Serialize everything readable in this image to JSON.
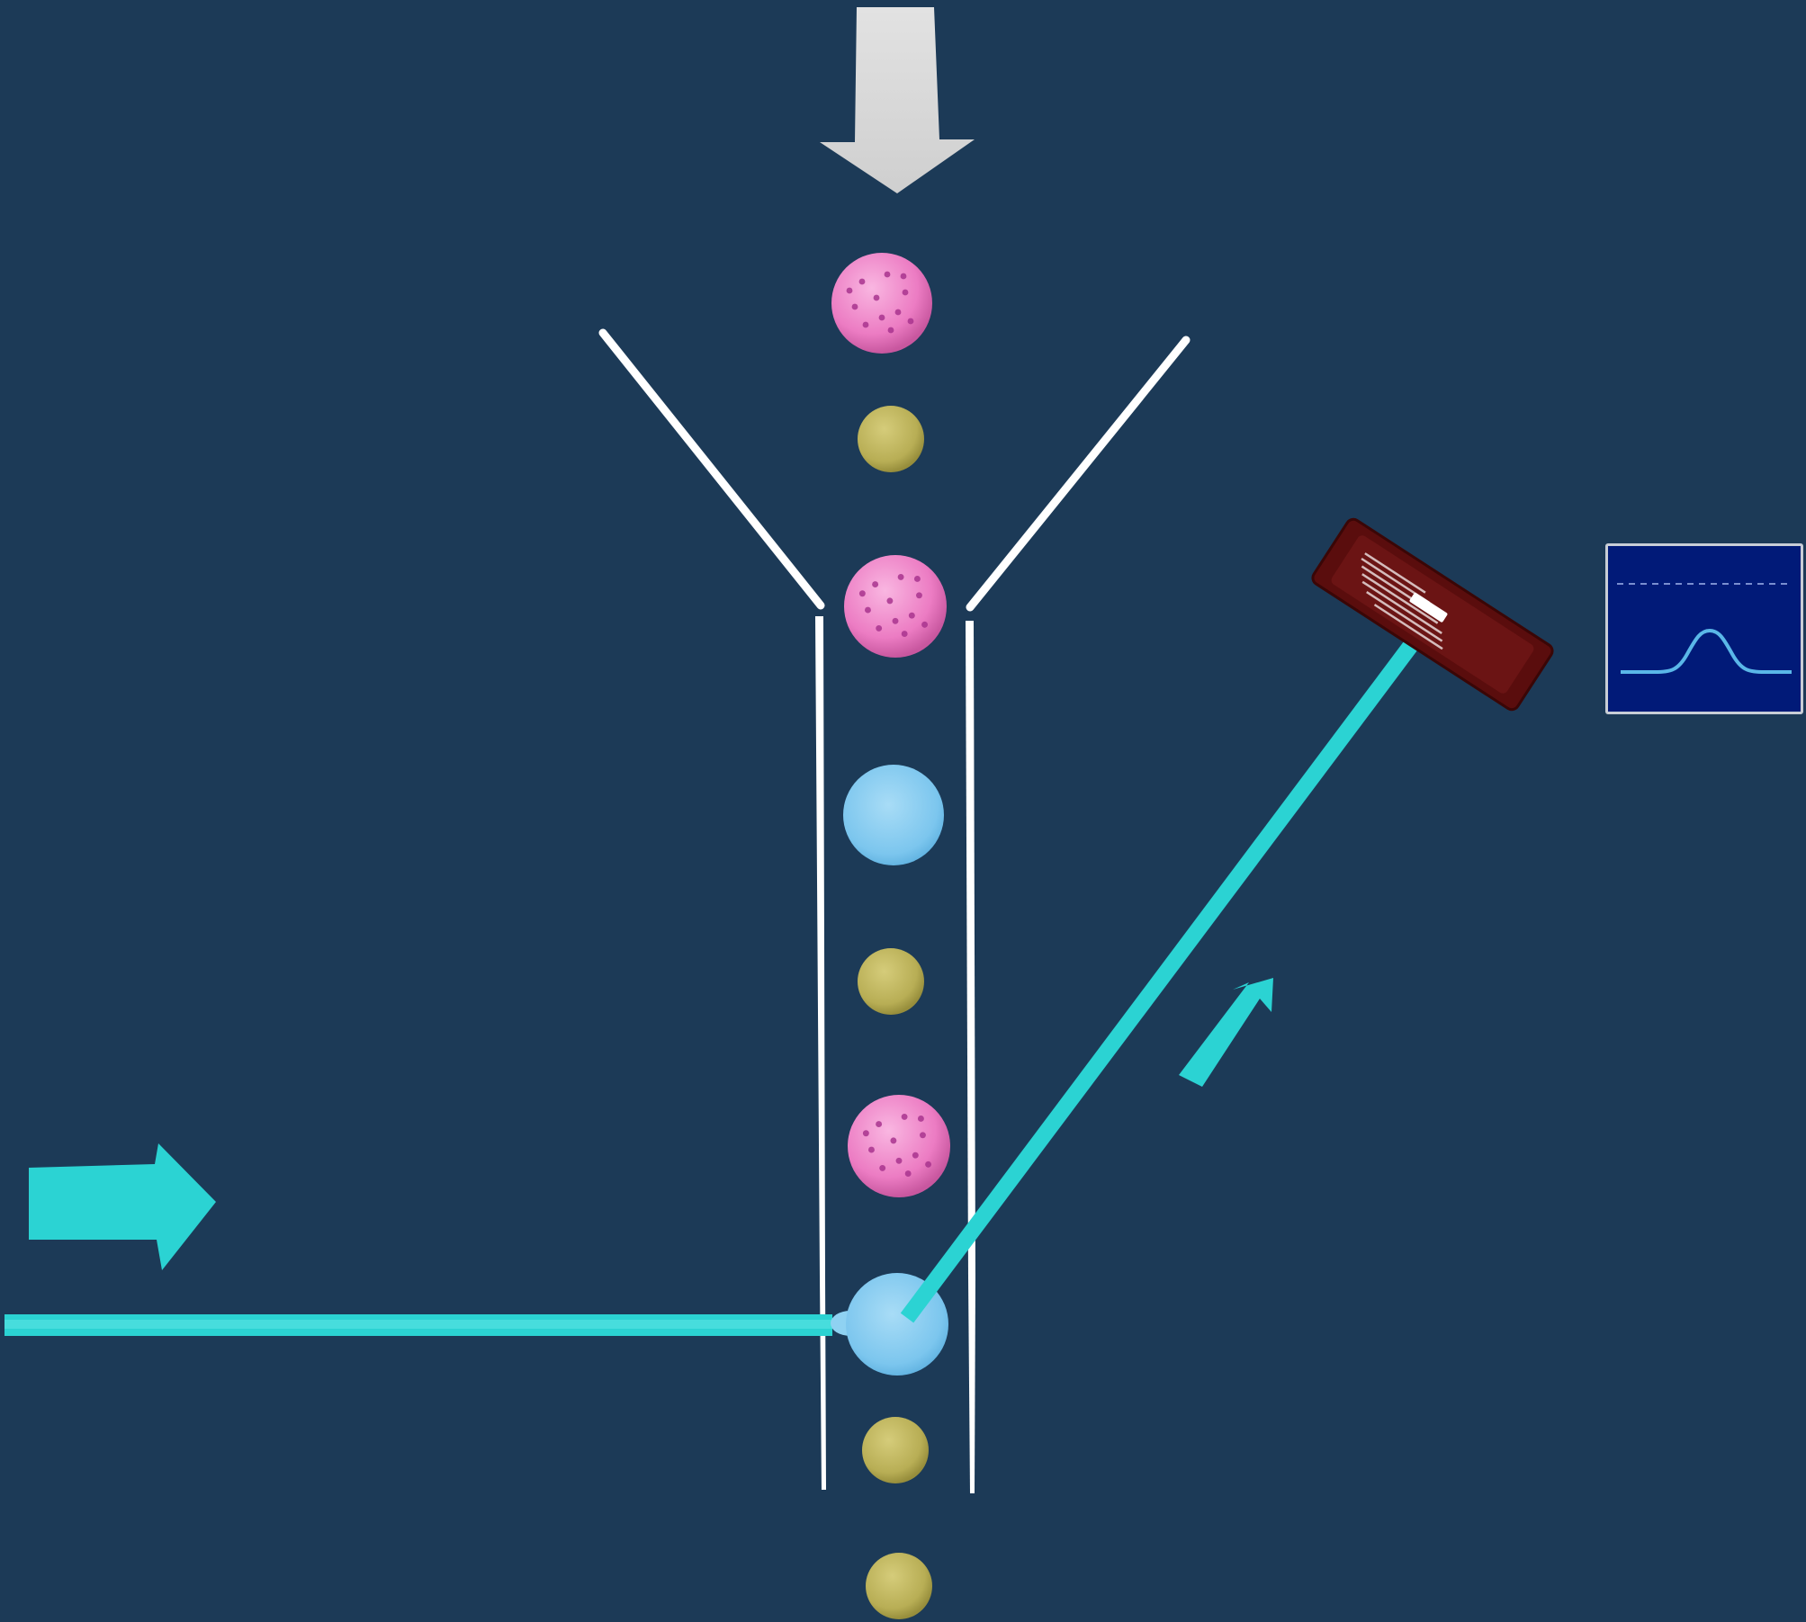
{
  "colors": {
    "background": "#1c3a57",
    "laser": "#2bd3d3",
    "flow_arrow": "#d8d8d8",
    "channel_wall": "#ffffff",
    "granular_cell": "#ef7ec4",
    "granule_spot": "#a8348e",
    "lymphocyte_cell": "#7cc6ee",
    "small_particle": "#b8ae55",
    "detector_body": "#5a0d0d",
    "monitor_screen": "#011a78",
    "monitor_trace": "#5ab7e8"
  },
  "icons": {
    "sample_flow": "down-arrow-icon",
    "laser_direction": "right-arrow-icon",
    "scatter_direction": "diagonal-arrow-icon",
    "detector": "photodetector-icon",
    "monitor": "signal-monitor-icon"
  },
  "cells": [
    {
      "type": "granular"
    },
    {
      "type": "small"
    },
    {
      "type": "granular"
    },
    {
      "type": "lymphocyte"
    },
    {
      "type": "small"
    },
    {
      "type": "granular"
    },
    {
      "type": "lymphocyte",
      "state": "illuminated"
    },
    {
      "type": "small"
    },
    {
      "type": "small"
    }
  ]
}
